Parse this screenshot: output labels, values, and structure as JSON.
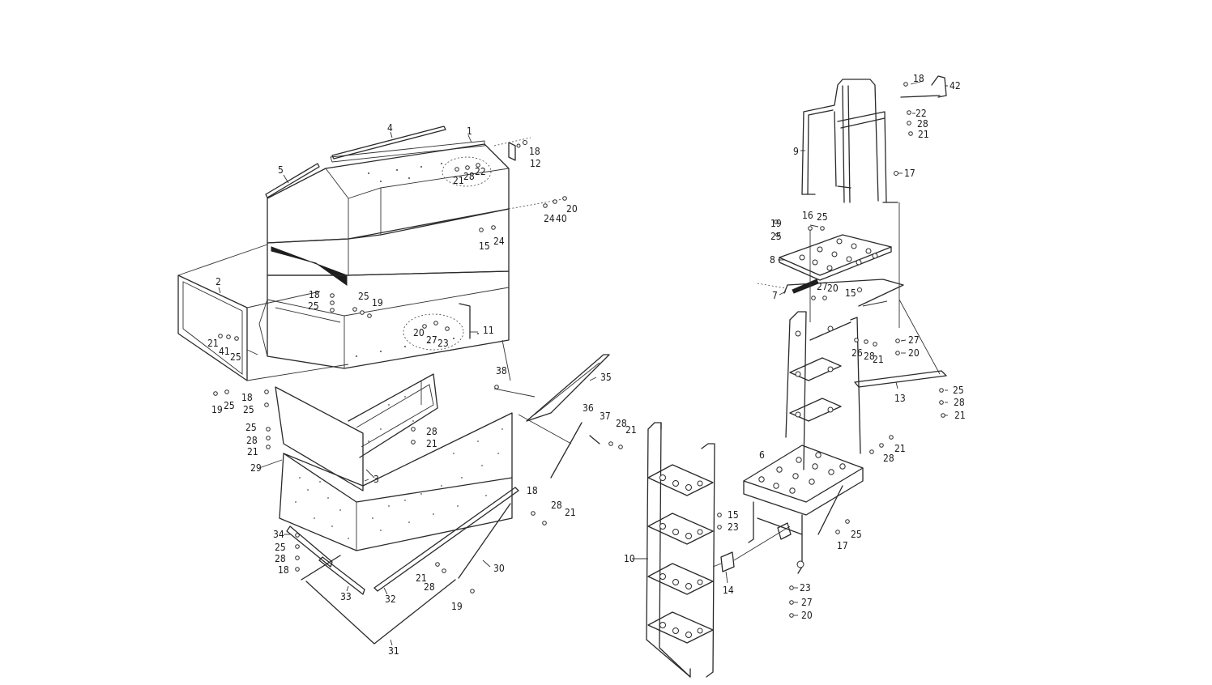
{
  "labels": {
    "p1": "1",
    "p2": "2",
    "p3": "3",
    "p4": "4",
    "p5": "5",
    "p6": "6",
    "p7": "7",
    "p8": "8",
    "p9": "9",
    "p10": "10",
    "p11": "11",
    "p12": "12",
    "p13": "13",
    "p14": "14",
    "p15a": "15",
    "p15b": "15",
    "p15c": "15",
    "p16": "16",
    "p17a": "17",
    "p17b": "17",
    "p18a": "18",
    "p18b": "18",
    "p18c": "18",
    "p18d": "18",
    "p18e": "18",
    "p18f": "18",
    "p19a": "19",
    "p19b": "19",
    "p19c": "19",
    "p19d": "19",
    "p20a": "20",
    "p20b": "20",
    "p20c": "20",
    "p20d": "20",
    "p20e": "20",
    "p21a": "21",
    "p21b": "21",
    "p21c": "21",
    "p21d": "21",
    "p21e": "21",
    "p21f": "21",
    "p21g": "21",
    "p21h": "21",
    "p21i": "21",
    "p21j": "21",
    "p21k": "21",
    "p21l": "21",
    "p22a": "22",
    "p22b": "22",
    "p23a": "23",
    "p23b": "23",
    "p23c": "23",
    "p24a": "24",
    "p24b": "24",
    "p25a": "25",
    "p25b": "25",
    "p25c": "25",
    "p25d": "25",
    "p25e": "25",
    "p25f": "25",
    "p25g": "25",
    "p25h": "25",
    "p25i": "25",
    "p25j": "25",
    "p26": "26",
    "p27a": "27",
    "p27b": "27",
    "p27c": "27",
    "p27d": "27",
    "p28a": "28",
    "p28b": "28",
    "p28c": "28",
    "p28d": "28",
    "p28e": "28",
    "p28f": "28",
    "p28g": "28",
    "p28h": "28",
    "p28i": "28",
    "p28j": "28",
    "p28k": "28",
    "p28l": "28",
    "p29": "29",
    "p30": "30",
    "p31": "31",
    "p32": "32",
    "p33": "33",
    "p34": "34",
    "p35": "35",
    "p36": "36",
    "p37": "37",
    "p38": "38",
    "p40": "40",
    "p41": "41",
    "p42": "42"
  }
}
